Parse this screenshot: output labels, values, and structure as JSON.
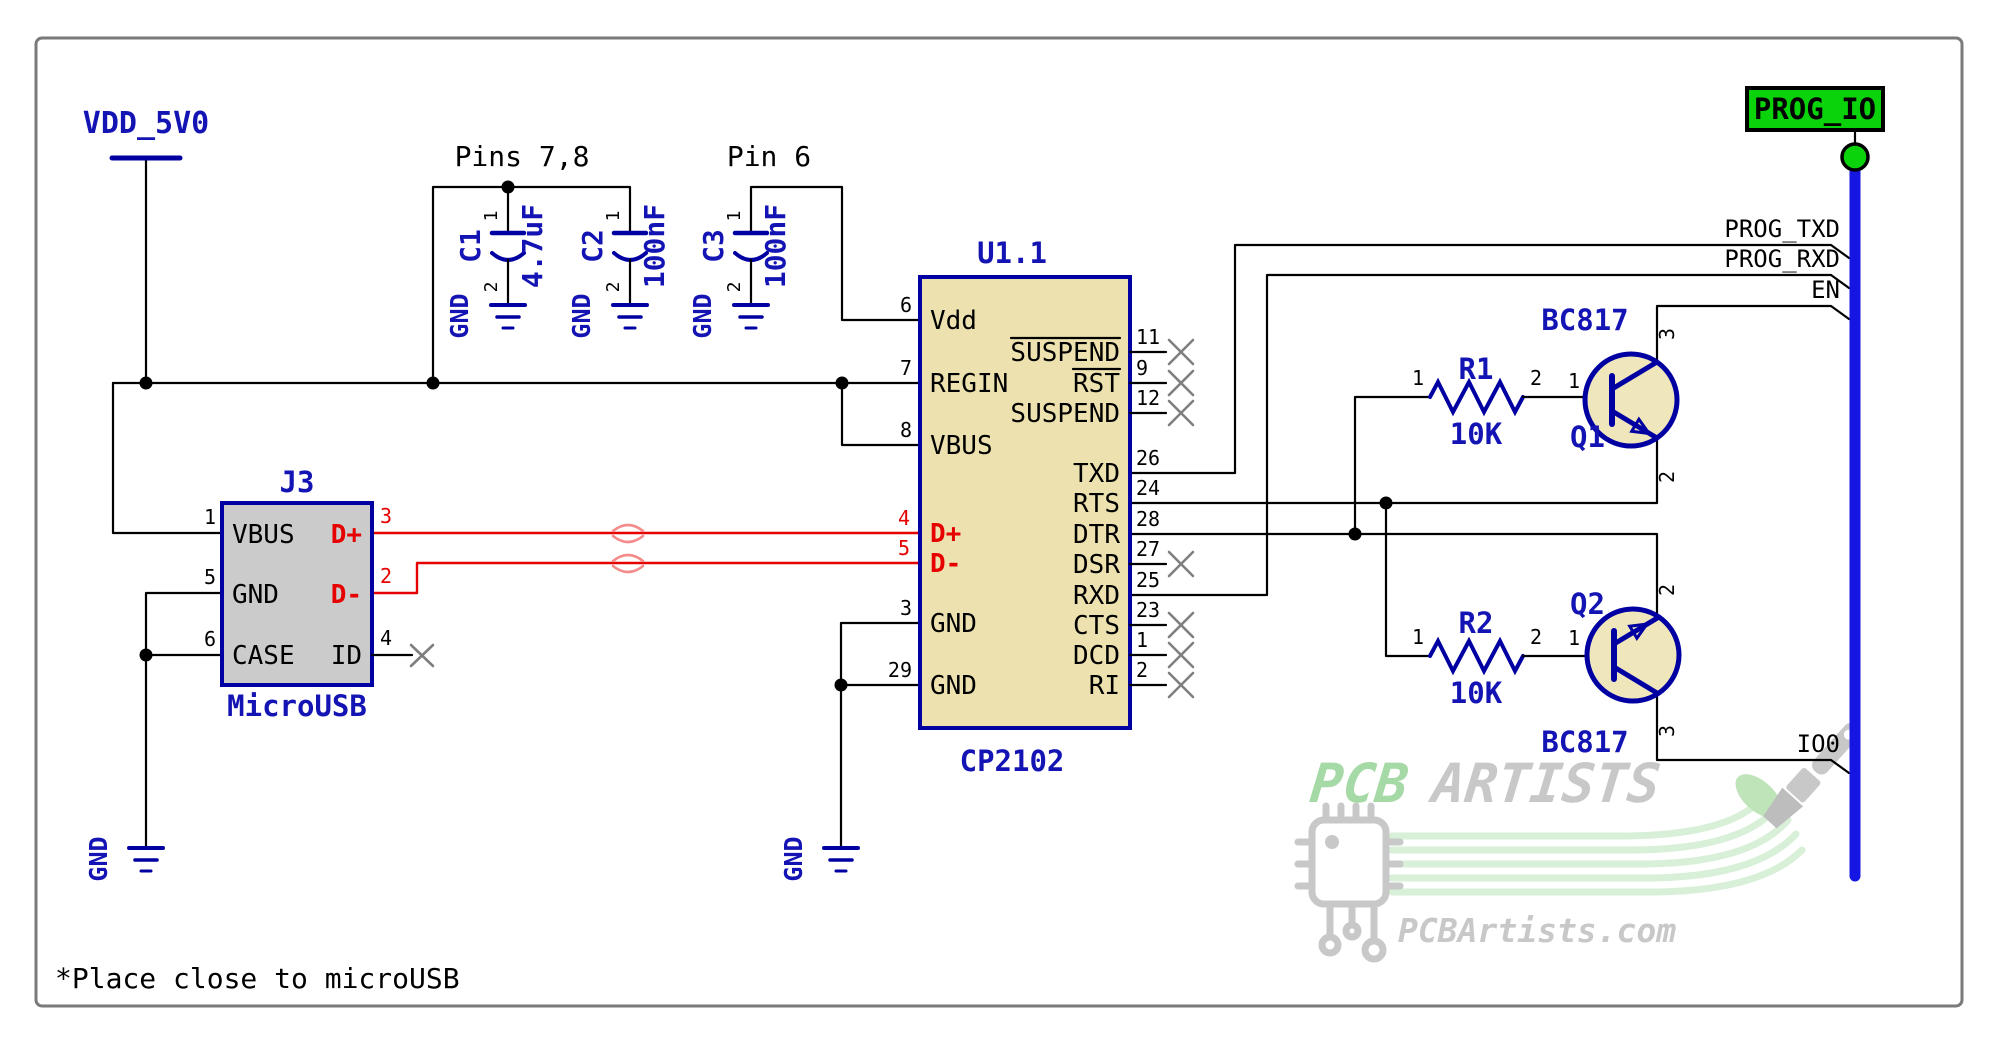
{
  "colors": {
    "wire": "#000000",
    "symbol_blue": "#0000A2",
    "label_blue": "#1414B4",
    "usb_red": "#E60000",
    "ic_fill": "#EDE2AF",
    "connector_fill": "#CBCBCB",
    "port_green": "#0BD30B",
    "bus_blue": "#1616E2",
    "nc_gray": "#7F7F7F",
    "watermark_green": "#A5D9A5",
    "watermark_gray": "#C8C8C8"
  },
  "power": {
    "vdd": "VDD_5V0"
  },
  "labels": {
    "pins78": "Pins 7,8",
    "pin6": "Pin 6"
  },
  "note": {
    "text": "*Place close to microUSB"
  },
  "caps": [
    {
      "ref": "C1",
      "value": "4.7uF",
      "pin1": "1",
      "pin2": "2",
      "gnd": "GND"
    },
    {
      "ref": "C2",
      "value": "100nF",
      "pin1": "1",
      "pin2": "2",
      "gnd": "GND"
    },
    {
      "ref": "C3",
      "value": "100nF",
      "pin1": "1",
      "pin2": "2",
      "gnd": "GND"
    }
  ],
  "usb": {
    "ref": "J3",
    "part": "MicroUSB",
    "gnd": "GND",
    "pins": {
      "vbus": {
        "num": "1",
        "name": "VBUS"
      },
      "gnd": {
        "num": "5",
        "name": "GND"
      },
      "case": {
        "num": "6",
        "name": "CASE"
      },
      "dplus": {
        "num": "3",
        "name": "D+"
      },
      "dminus": {
        "num": "2",
        "name": "D-"
      },
      "id": {
        "num": "4",
        "name": "ID"
      }
    }
  },
  "ic": {
    "ref": "U1.1",
    "part": "CP2102",
    "gnd": "GND",
    "left": [
      {
        "num": "6",
        "name": "Vdd"
      },
      {
        "num": "7",
        "name": "REGIN"
      },
      {
        "num": "8",
        "name": "VBUS"
      },
      {
        "num": "4",
        "name": "D+"
      },
      {
        "num": "5",
        "name": "D-"
      },
      {
        "num": "3",
        "name": "GND"
      },
      {
        "num": "29",
        "name": "GND"
      }
    ],
    "right": [
      {
        "num": "11",
        "name": "SUSPEND"
      },
      {
        "num": "9",
        "name": "RST"
      },
      {
        "num": "12",
        "name": "SUSPEND"
      },
      {
        "num": "26",
        "name": "TXD"
      },
      {
        "num": "24",
        "name": "RTS"
      },
      {
        "num": "28",
        "name": "DTR"
      },
      {
        "num": "27",
        "name": "DSR"
      },
      {
        "num": "25",
        "name": "RXD"
      },
      {
        "num": "23",
        "name": "CTS"
      },
      {
        "num": "1",
        "name": "DCD"
      },
      {
        "num": "2",
        "name": "RI"
      }
    ]
  },
  "resistors": [
    {
      "ref": "R1",
      "value": "10K",
      "pin1": "1",
      "pin2": "2"
    },
    {
      "ref": "R2",
      "value": "10K",
      "pin1": "1",
      "pin2": "2"
    }
  ],
  "transistors": [
    {
      "ref": "Q1",
      "part": "BC817",
      "base": "1",
      "emitter": "2",
      "collector": "3"
    },
    {
      "ref": "Q2",
      "part": "BC817",
      "base": "1",
      "emitter": "2",
      "collector": "3"
    }
  ],
  "bus": {
    "port": "PROG_IO",
    "nets": [
      "PROG_TXD",
      "PROG_RXD",
      "EN",
      "IO0"
    ]
  },
  "watermark": {
    "brand_green": "PCB",
    "brand_gray": "ARTISTS",
    "site": "PCBArtists.com"
  }
}
